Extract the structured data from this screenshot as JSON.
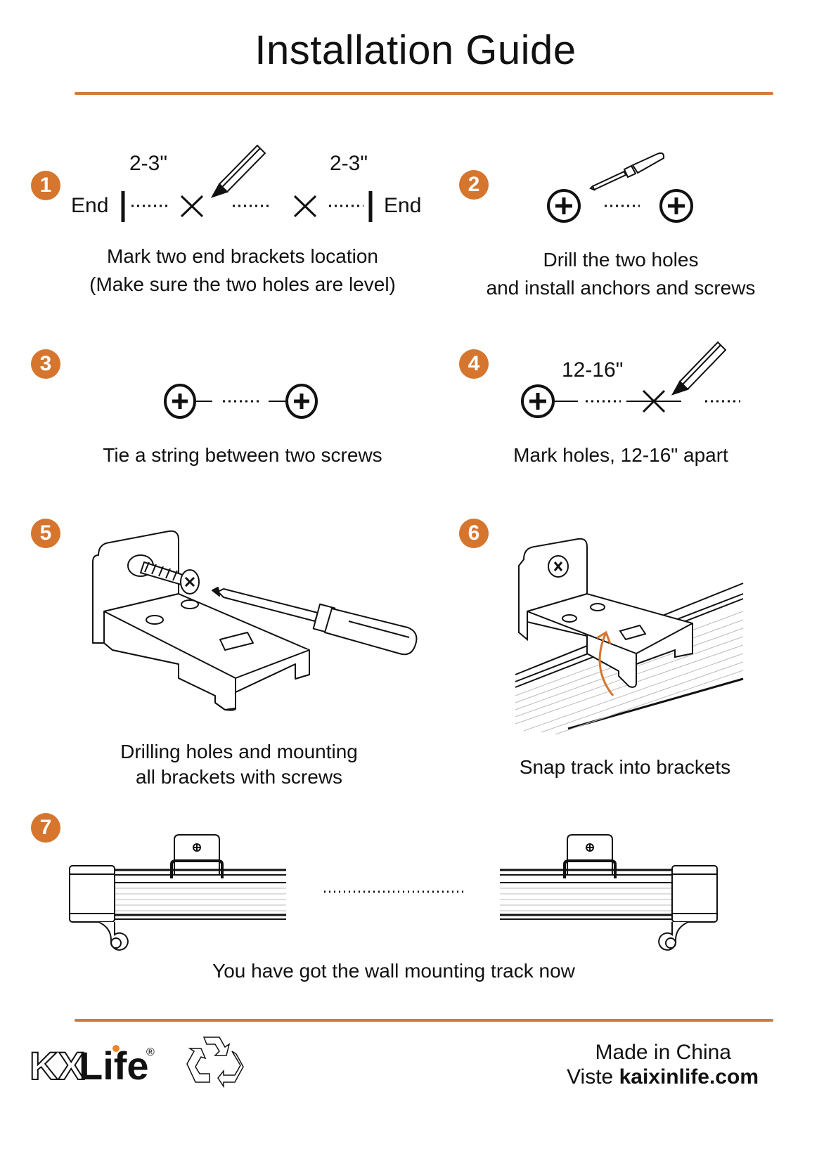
{
  "title": "Installation Guide",
  "accent_color": "#d5752e",
  "steps": [
    {
      "number": "1",
      "labels": {
        "end_left": "End",
        "end_right": "End",
        "dist_left": "2-3\"",
        "dist_right": "2-3\""
      },
      "caption": [
        "Mark two end brackets location",
        "(Make sure the two holes are level)"
      ]
    },
    {
      "number": "2",
      "caption": [
        "Drill the two holes",
        "and install anchors and screws"
      ]
    },
    {
      "number": "3",
      "caption": [
        "Tie a string between two screws"
      ]
    },
    {
      "number": "4",
      "labels": {
        "dist": "12-16\""
      },
      "caption": [
        "Mark holes, 12-16\" apart"
      ]
    },
    {
      "number": "5",
      "caption": [
        "Drilling holes and mounting",
        "all brackets with screws"
      ]
    },
    {
      "number": "6",
      "caption": [
        "Snap track into brackets"
      ]
    },
    {
      "number": "7",
      "caption": [
        "You have got the wall mounting track now"
      ]
    }
  ],
  "footer": {
    "logo": "KXLife",
    "made_in": "Made in China",
    "visit_prefix": "Viste",
    "website": "kaixinlife.com",
    "recycle_icon": "recycle-icon"
  }
}
